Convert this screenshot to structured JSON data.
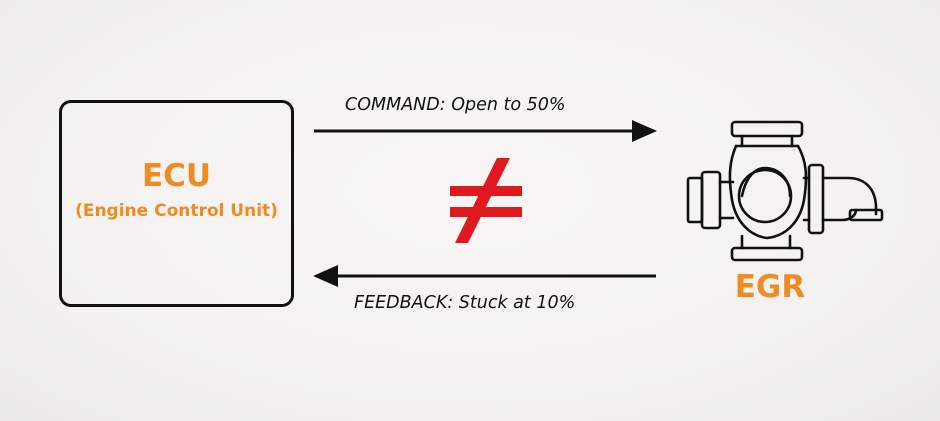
{
  "ecu": {
    "title": "ECU",
    "subtitle": "(Engine Control Unit)"
  },
  "command": {
    "label": "COMMAND: Open to 50%"
  },
  "feedback": {
    "label": "FEEDBACK: Stuck at 10%"
  },
  "mismatch_symbol": "not-equal-icon",
  "egr": {
    "label": "EGR",
    "icon": "egr-valve-icon"
  },
  "colors": {
    "accent": "#f08a22",
    "mismatch": "#e0191f",
    "line": "#111111"
  }
}
